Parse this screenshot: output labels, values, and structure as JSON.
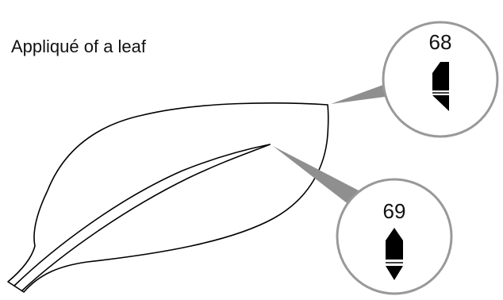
{
  "title": "Appliqué of a leaf",
  "callouts": [
    {
      "number": "68",
      "icon": "stitch-pattern-68-icon"
    },
    {
      "number": "69",
      "icon": "stitch-pattern-69-icon"
    }
  ],
  "colors": {
    "outline": "#000000",
    "pointer": "#8f8f8f",
    "circle_stroke": "#999999",
    "circle_fill": "#ffffff",
    "text": "#111111"
  }
}
